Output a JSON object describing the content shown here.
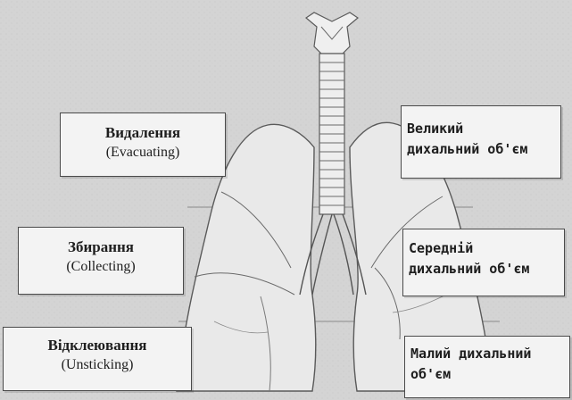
{
  "left_labels": [
    {
      "uk": "Видалення",
      "en": "(Evacuating)"
    },
    {
      "uk": "Збирання",
      "en": "(Collecting)"
    },
    {
      "uk": "Відклеювання",
      "en": "(Unsticking)"
    }
  ],
  "right_labels": [
    {
      "line1": "Великий",
      "line2": "дихальний об'єм"
    },
    {
      "line1": "Середній",
      "line2": "дихальний об'єм"
    },
    {
      "line1": "Малий дихальний",
      "line2": "об'єм"
    }
  ]
}
